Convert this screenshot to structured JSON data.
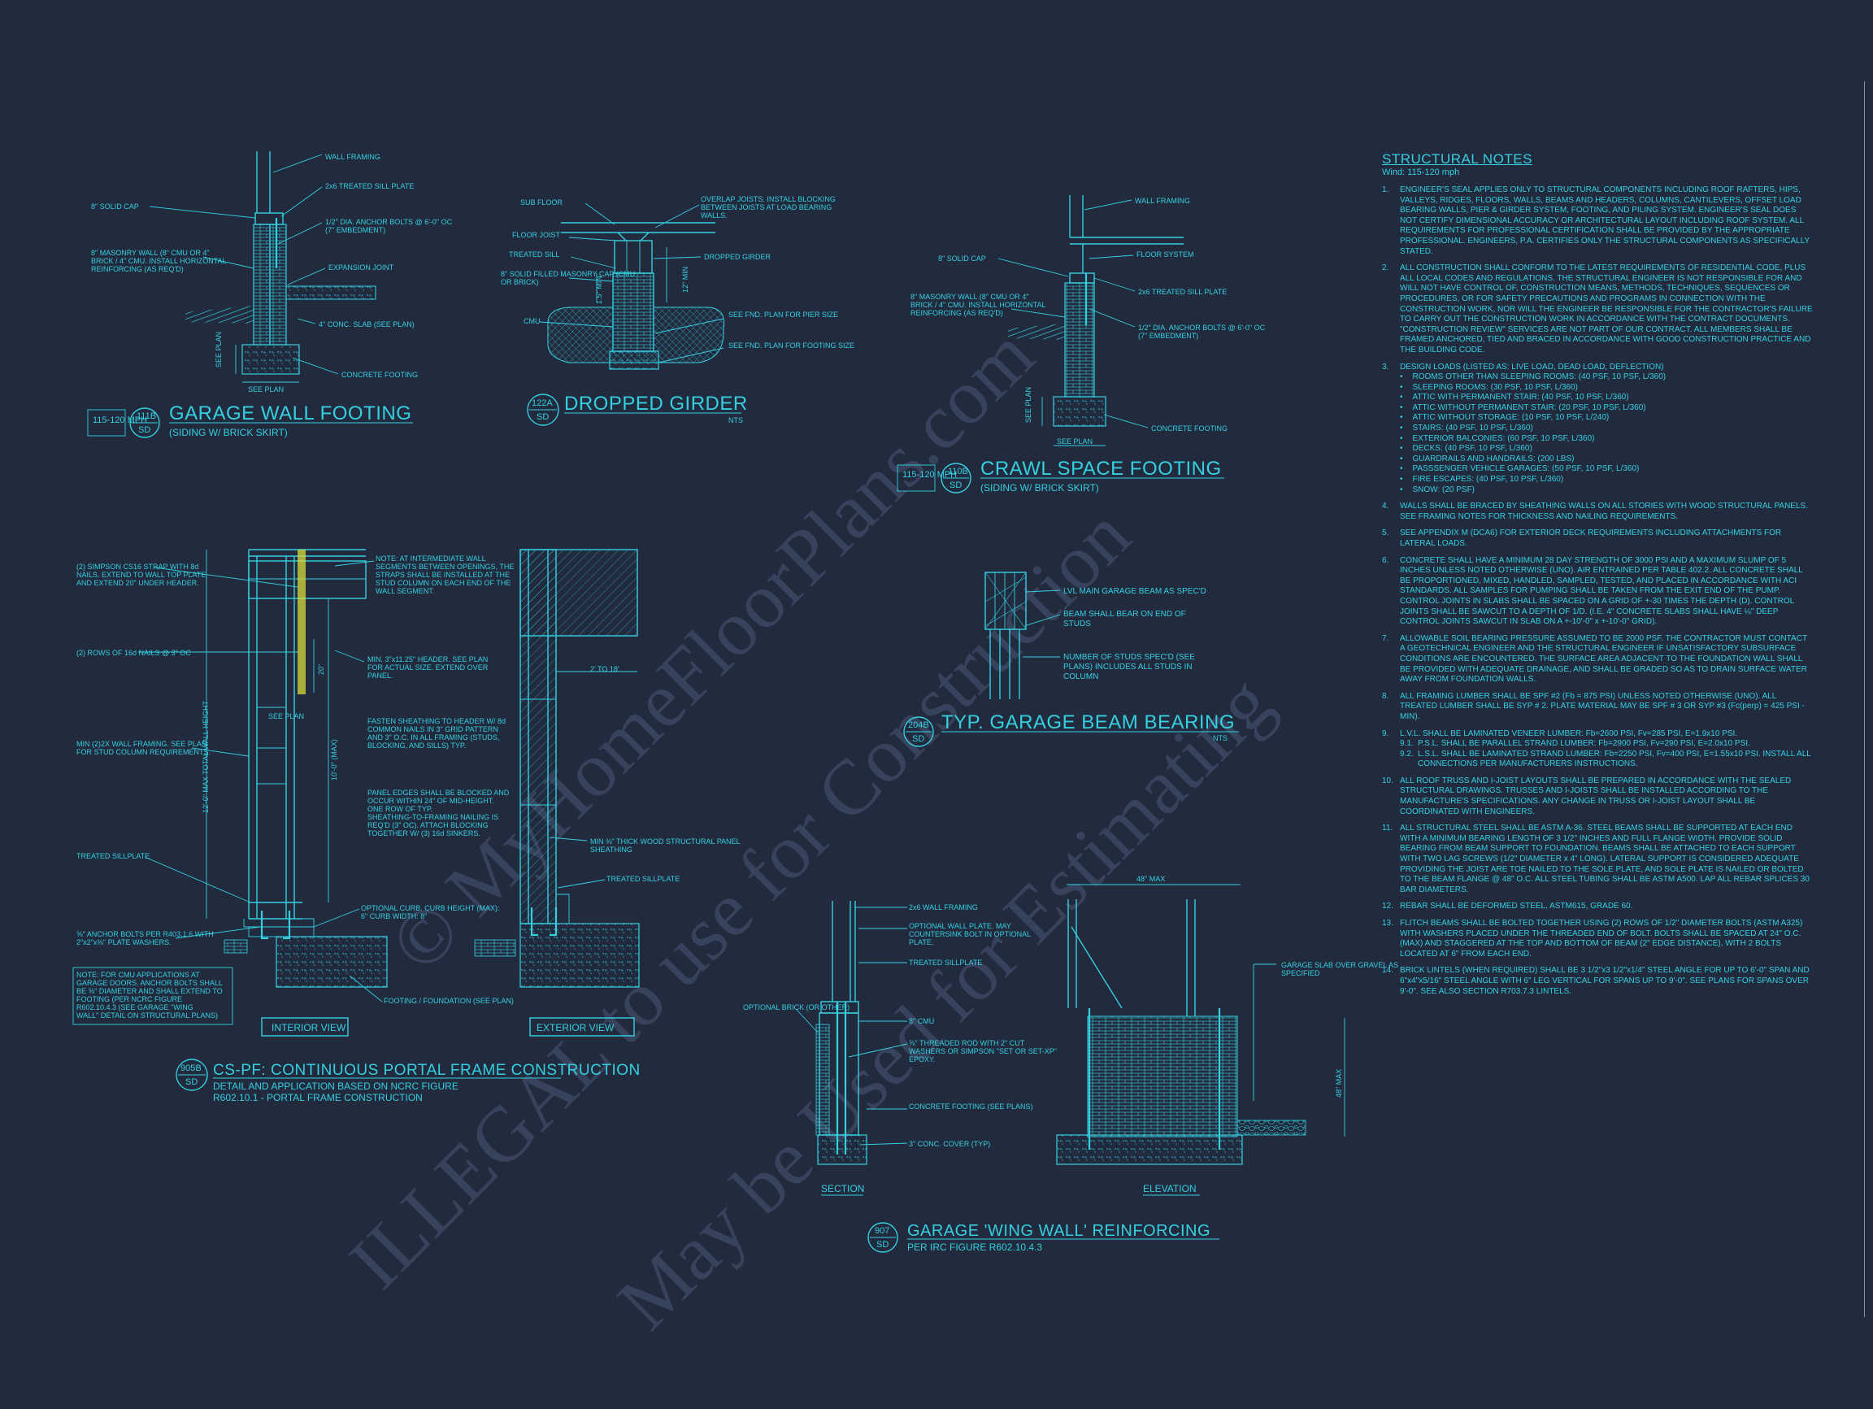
{
  "colors": {
    "background": "#222a3e",
    "line": "#34d0e0",
    "highlight": "#d8dc3a",
    "watermark": "#3a4560"
  },
  "watermark": {
    "line1": "ILLEGAL to use for Construction",
    "line2": "May be Used for Estimating",
    "line3": "© MyHomeFloorPlans.com"
  },
  "details": {
    "garage_wall_footing": {
      "tag_wind": "115-120 MPH",
      "tag_num": "111B",
      "tag_sheet": "SD",
      "title": "GARAGE WALL FOOTING",
      "subtitle": "(SIDING W/ BRICK SKIRT)",
      "labels": {
        "wall_framing": "WALL FRAMING",
        "sill_plate": "2x6 TREATED SILL PLATE",
        "solid_cap": "8\" SOLID CAP",
        "anchor": "1/2\" DIA. ANCHOR BOLTS @ 6'-0\" OC (7\" EMBEDMENT)",
        "masonry": "8\" MASONRY WALL (8\" CMU OR 4\" BRICK / 4\" CMU. INSTALL HORIZONTAL REINFORCING (AS REQ'D)",
        "expansion": "EXPANSION JOINT",
        "slab": "4\" CONC. SLAB (SEE PLAN)",
        "footing": "CONCRETE FOOTING",
        "see_plan": "SEE PLAN",
        "see_plan_v": "SEE PLAN"
      }
    },
    "dropped_girder": {
      "tag_num": "122A",
      "tag_sheet": "SD",
      "title": "DROPPED GIRDER",
      "nts": "NTS",
      "labels": {
        "sub_floor": "SUB FLOOR",
        "overlap": "OVERLAP JOISTS. INSTALL BLOCKING BETWEEN JOISTS AT LOAD BEARING WALLS.",
        "floor_joist": "FLOOR JOIST",
        "treated_sill": "TREATED SILL",
        "dropped_girder": "DROPPED GIRDER",
        "solid_filled": "8\" SOLID FILLED MASONRY CAP (CMU OR BRICK)",
        "min_v": "1.5\" MIN",
        "min_r": "12\" MIN",
        "cmu": "CMU",
        "pier": "SEE FND. PLAN FOR PIER SIZE",
        "footing": "SEE FND. PLAN FOR FOOTING SIZE"
      }
    },
    "crawl_space": {
      "tag_wind": "115-120 MPH",
      "tag_num": "110B",
      "tag_sheet": "SD",
      "title": "CRAWL SPACE FOOTING",
      "subtitle": "(SIDING W/ BRICK SKIRT)",
      "labels": {
        "wall_framing": "WALL FRAMING",
        "floor_system": "FLOOR SYSTEM",
        "solid_cap": "8\" SOLID CAP",
        "sill_plate": "2x6 TREATED SILL PLATE",
        "masonry": "8\" MASONRY WALL (8\" CMU OR 4\" BRICK / 4\" CMU. INSTALL HORIZONTAL REINFORCING (AS REQ'D)",
        "anchor": "1/2\" DIA. ANCHOR BOLTS @ 6'-0\" OC (7\" EMBEDMENT)",
        "footing": "CONCRETE FOOTING",
        "see_plan": "SEE PLAN",
        "see_plan_v": "SEE PLAN"
      }
    },
    "beam_bearing": {
      "tag_num": "204B",
      "tag_sheet": "SD",
      "title": "TYP. GARAGE BEAM BEARING",
      "nts": "NTS",
      "labels": {
        "lvl": "LVL MAIN GARAGE BEAM AS SPEC'D",
        "bear": "BEAM SHALL BEAR ON END OF STUDS",
        "studs": "NUMBER OF STUDS SPEC'D (SEE PLANS) INCLUDES ALL STUDS IN COLUMN"
      }
    },
    "portal_frame": {
      "tag_num": "905B",
      "tag_sheet": "SD",
      "title": "CS-PF: CONTINUOUS PORTAL FRAME CONSTRUCTION",
      "subtitle1": "DETAIL AND APPLICATION BASED ON NCRC FIGURE",
      "subtitle2": "R602.10.1 - PORTAL FRAME CONSTRUCTION",
      "interior_view": "INTERIOR VIEW",
      "exterior_view": "EXTERIOR VIEW",
      "labels": {
        "strap": "(2) SIMPSON CS16 STRAP WITH 8d NAILS. EXTEND TO WALL TOP PLATE AND EXTEND 20\" UNDER HEADER.",
        "nails": "(2) ROWS OF 16d NAILS @ 3\" OC",
        "framing": "MIN (2)2X WALL FRAMING. SEE PLAN FOR STUD COLUMN REQUIREMENTS.",
        "sillplate": "TREATED SILLPLATE",
        "anchor": "⅝\" ANCHOR BOLTS PER R403.1.6 WITH 2\"x2\"x⅜\" PLATE WASHERS.",
        "note_cmu": "NOTE: FOR CMU APPLICATIONS AT GARAGE DOORS. ANCHOR BOLTS SHALL BE ⅝\" DIAMETER AND SHALL EXTEND TO FOOTING (PER NCRC FIGURE R602.10.4.3 (SEE GARAGE \"WING WALL\" DETAIL ON STRUCTURAL PLANS)",
        "note_int": "NOTE: AT INTERMEDIATE WALL SEGMENTS BETWEEN OPENINGS, THE STRAPS SHALL BE INSTALLED AT THE STUD COLUMN ON EACH END OF THE WALL SEGMENT.",
        "header": "MIN. 3\"x11.25\" HEADER. SEE PLAN FOR ACTUAL SIZE. EXTEND OVER PANEL.",
        "fasten": "FASTEN SHEATHING TO HEADER W/ 8d COMMON NAILS IN 3\" GRID PATTERN AND 3\" O.C. IN ALL FRAMING (STUDS, BLOCKING, AND SILLS) TYP.",
        "panel_edges": "PANEL EDGES SHALL BE BLOCKED AND OCCUR WITHIN 24\" OF MID-HEIGHT. ONE ROW OF TYP. SHEATHING-TO-FRAMING NAILING IS REQ'D (3\" OC). ATTACH BLOCKING TOGETHER W/ (3) 16d SINKERS.",
        "curb": "OPTIONAL CURB. CURB HEIGHT (MAX): 6\" CURB WIDTH: 8\"",
        "footing": "FOOTING / FOUNDATION (SEE PLAN)",
        "sheathing": "MIN ⅜\" THICK WOOD STRUCTURAL PANEL SHEATHING",
        "sillplate2": "TREATED SILLPLATE",
        "dim_height": "12'-0\" MAX TOTAL WALL HEIGHT",
        "dim_10": "10'-0\" (MAX)",
        "dim_20": "20\"",
        "see_plan": "SEE PLAN",
        "dim_2_18": "2' TO 18'"
      }
    },
    "wing_wall": {
      "tag_num": "907",
      "tag_sheet": "SD",
      "title": "GARAGE 'WING WALL' REINFORCING",
      "subtitle": "PER IRC FIGURE R602.10.4.3",
      "section": "SECTION",
      "elevation": "ELEVATION",
      "labels": {
        "wall_framing": "2x6 WALL FRAMING",
        "opt_plate": "OPTIONAL WALL PLATE. MAY COUNTERSINK BOLT IN OPTIONAL PLATE.",
        "sillplate": "TREATED SILLPLATE",
        "opt_brick": "OPTIONAL BRICK (OR OTHER)",
        "cmu": "8\" CMU",
        "rod": "⅝\" THREADED ROD WITH 2\" CUT WASHERS OR SIMPSON \"SET OR SET-XP\" EPOXY.",
        "footing": "CONCRETE FOOTING (SEE PLANS)",
        "cover": "3\" CONC. COVER (TYP)",
        "max_w": "48\" MAX",
        "max_h": "48\" MAX",
        "slab": "GARAGE SLAB OVER GRAVEL AS SPECIFIED"
      }
    }
  },
  "structural_notes": {
    "title": "STRUCTURAL NOTES",
    "wind": "Wind: 115-120 mph",
    "items": [
      {
        "num": "1.",
        "text": "ENGINEER'S SEAL APPLIES ONLY TO STRUCTURAL COMPONENTS INCLUDING ROOF RAFTERS, HIPS, VALLEYS, RIDGES, FLOORS, WALLS, BEAMS AND HEADERS, COLUMNS, CANTILEVERS, OFFSET LOAD BEARING WALLS, PIER & GIRDER SYSTEM, FOOTING, AND PILING SYSTEM. ENGINEER'S SEAL DOES NOT CERTIFY DIMENSIONAL ACCURACY OR ARCHITECTURAL LAYOUT INCLUDING ROOF SYSTEM. ALL REQUIREMENTS FOR PROFESSIONAL CERTIFICATION SHALL BE PROVIDED BY THE APPROPRIATE PROFESSIONAL. ENGINEERS, P.A. CERTIFIES ONLY THE STRUCTURAL COMPONENTS AS SPECIFICALLY STATED."
      },
      {
        "num": "2.",
        "text": "ALL CONSTRUCTION SHALL CONFORM TO THE LATEST REQUIREMENTS OF RESIDENTIAL CODE, PLUS ALL LOCAL CODES AND REGULATIONS. THE STRUCTURAL ENGINEER IS NOT RESPONSIBLE FOR AND WILL NOT HAVE CONTROL OF, CONSTRUCTION MEANS, METHODS, TECHNIQUES, SEQUENCES OR PROCEDURES, OR FOR SAFETY PRECAUTIONS AND PROGRAMS IN CONNECTION WITH THE CONSTRUCTION WORK, NOR WILL THE ENGINEER BE RESPONSIBLE FOR THE CONTRACTOR'S FAILURE TO CARRY OUT THE CONSTRUCTION WORK IN ACCORDANCE WITH THE CONTRACT DOCUMENTS. \"CONSTRUCTION REVIEW\" SERVICES ARE NOT PART OF OUR CONTRACT. ALL MEMBERS SHALL BE FRAMED ANCHORED, TIED AND BRACED IN ACCORDANCE WITH GOOD CONSTRUCTION PRACTICE AND THE BUILDING CODE."
      },
      {
        "num": "3.",
        "text": "DESIGN LOADS (LISTED AS: LIVE LOAD, DEAD LOAD, DEFLECTION)",
        "bullets": [
          "ROOMS OTHER THAN SLEEPING ROOMS: (40 PSF, 10 PSF, L/360)",
          "SLEEPING ROOMS: (30 PSF, 10 PSF, L/360)",
          "ATTIC WITH PERMANENT STAIR: (40 PSF, 10 PSF, L/360)",
          "ATTIC WITHOUT PERMANENT STAIR: (20 PSF, 10 PSF, L/360)",
          "ATTIC WITHOUT STORAGE: (10 PSF, 10 PSF, L/240)",
          "STAIRS: (40 PSF, 10 PSF, L/360)",
          "EXTERIOR BALCONIES: (60 PSF, 10 PSF, L/360)",
          "DECKS: (40 PSF, 10 PSF, L/360)",
          "GUARDRAILS AND HANDRAILS: (200 LBS)",
          "PASSSENGER VEHICLE GARAGES: (50 PSF, 10 PSF, L/360)",
          "FIRE ESCAPES: (40 PSF, 10 PSF, L/360)",
          "SNOW: (20 PSF)"
        ]
      },
      {
        "num": "4.",
        "text": "WALLS SHALL BE BRACED BY SHEATHING WALLS ON ALL STORIES WITH WOOD STRUCTURAL PANELS. SEE FRAMING NOTES FOR THICKNESS AND NAILING REQUIREMENTS."
      },
      {
        "num": "5.",
        "text": "SEE APPENDIX M (DCA6) FOR EXTERIOR DECK REQUIREMENTS INCLUDING ATTACHMENTS FOR LATERAL LOADS."
      },
      {
        "num": "6.",
        "text": "CONCRETE SHALL HAVE A MINIMUM 28 DAY STRENGTH OF 3000 PSI AND A MAXIMUM SLUMP OF 5 INCHES UNLESS NOTED OTHERWISE (UNO). AIR ENTRAINED PER TABLE 402.2. ALL CONCRETE SHALL BE PROPORTIONED, MIXED, HANDLED, SAMPLED, TESTED, AND PLACED IN ACCORDANCE WITH ACI STANDARDS. ALL SAMPLES FOR PUMPING SHALL BE TAKEN FROM THE EXIT END OF THE PUMP. CONTROL JOINTS IN SLABS SHALL BE SPACED ON A GRID OF +-30 TIMES THE DEPTH (D). CONTROL JOINTS SHALL BE SAWCUT TO A DEPTH OF 1/D. (I.E. 4\" CONCRETE SLABS SHALL HAVE ¼\" DEEP CONTROL JOINTS SAWCUT IN SLAB ON A +-10'-0\" x +-10'-0\" GRID)."
      },
      {
        "num": "7.",
        "text": "ALLOWABLE SOIL BEARING PRESSURE ASSUMED TO BE 2000 PSF. THE CONTRACTOR MUST CONTACT A GEOTECHNICAL ENGINEER AND THE STRUCTURAL ENGINEER IF UNSATISFACTORY SUBSURFACE CONDITIONS ARE ENCOUNTERED. THE SURFACE AREA ADJACENT TO THE FOUNDATION WALL SHALL BE PROVIDED WITH ADEQUATE DRAINAGE, AND SHALL BE GRADED SO AS TO DRAIN SURFACE WATER AWAY FROM FOUNDATION WALLS."
      },
      {
        "num": "8.",
        "text": "ALL FRAMING LUMBER SHALL BE SPF #2 (Fb = 875 PSI) UNLESS NOTED OTHERWISE (UNO). ALL TREATED LUMBER SHALL BE SYP # 2. PLATE MATERIAL MAY BE SPF # 3 OR SYP #3 (Fc(perp) = 425 PSI - MIN)."
      },
      {
        "num": "9.",
        "text": "L.V.L. SHALL BE LAMINATED VENEER LUMBER: Fb=2600 PSI, Fv=285 PSI, E=1.9x10 PSI.",
        "subitems": [
          {
            "num": "9.1.",
            "text": "P.S.L. SHALL BE PARALLEL STRAND LUMBER: Fb=2900 PSI, Fv=290 PSI, E=2.0x10 PSI."
          },
          {
            "num": "9.2.",
            "text": "L.S.L. SHALL BE LAMINATED STRAND LUMBER: Fb=2250 PSI, Fv=400 PSI, E=1.55x10 PSI. INSTALL ALL CONNECTIONS PER MANUFACTURERS INSTRUCTIONS."
          }
        ]
      },
      {
        "num": "10.",
        "text": "ALL ROOF TRUSS AND I-JOIST LAYOUTS SHALL BE PREPARED IN ACCORDANCE WITH THE SEALED STRUCTURAL DRAWINGS. TRUSSES AND I-JOISTS SHALL BE INSTALLED ACCORDING TO THE MANUFACTURE'S SPECIFICATIONS. ANY CHANGE IN TRUSS OR I-JOIST LAYOUT SHALL BE COORDINATED WITH ENGINEERS."
      },
      {
        "num": "11.",
        "text": "ALL STRUCTURAL STEEL SHALL BE ASTM A-36. STEEL BEAMS SHALL BE SUPPORTED AT EACH END WITH A MINIMUM BEARING LENGTH OF 3 1/2\" INCHES AND FULL FLANGE WIDTH. PROVIDE SOLID BEARING FROM BEAM SUPPORT TO FOUNDATION. BEAMS SHALL BE ATTACHED TO EACH SUPPORT WITH TWO LAG SCREWS (1/2\" DIAMETER x 4\" LONG). LATERAL SUPPORT IS CONSIDERED ADEQUATE PROVIDING THE JOIST ARE TOE NAILED TO THE SOLE PLATE, AND SOLE PLATE IS NAILED OR BOLTED TO THE BEAM FLANGE @ 48\" O.C. ALL STEEL TUBING SHALL BE ASTM A500. LAP ALL REBAR SPLICES 30 BAR DIAMETERS."
      },
      {
        "num": "12.",
        "text": "REBAR SHALL BE DEFORMED STEEL, ASTM615, GRADE 60."
      },
      {
        "num": "13.",
        "text": "FLITCH BEAMS SHALL BE BOLTED TOGETHER USING (2) ROWS OF 1/2\" DIAMETER BOLTS (ASTM A325) WITH WASHERS PLACED UNDER THE THREADED END OF BOLT. BOLTS SHALL BE SPACED AT 24\" O.C. (MAX) AND STAGGERED AT THE TOP AND BOTTOM OF BEAM (2\" EDGE DISTANCE), WITH 2 BOLTS LOCATED AT 6\" FROM EACH END."
      },
      {
        "num": "14.",
        "text": "BRICK LINTELS (WHEN REQUIRED) SHALL BE 3 1/2\"x3 1/2\"x1/4\" STEEL ANGLE FOR UP TO 6'-0\" SPAN AND 6\"x4\"x5/16\" STEEL ANGLE WITH 6\" LEG VERTICAL FOR SPANS UP TO 9'-0\". SEE PLANS FOR SPANS OVER 9'-0\". SEE ALSO SECTION R703.7.3 LINTELS."
      }
    ]
  }
}
